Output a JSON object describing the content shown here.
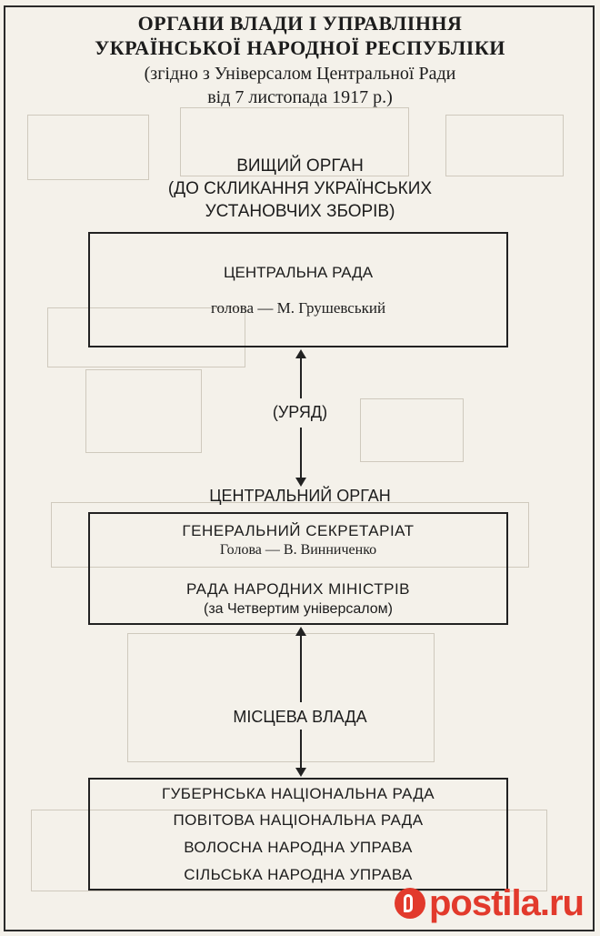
{
  "header": {
    "title_line1": "ОРГАНИ ВЛАДИ І УПРАВЛІННЯ",
    "title_line2": "УКРАЇНСЬКОЇ НАРОДНОЇ РЕСПУБЛІКИ",
    "subtitle_line1": "(згідно з Універсалом Центральної Ради",
    "subtitle_line2": "від 7 листопада 1917 р.)"
  },
  "supreme": {
    "label_line1": "ВИЩИЙ ОРГАН",
    "label_line2": "(ДО СКЛИКАННЯ УКРАЇНСЬКИХ",
    "label_line3": "УСТАНОВЧИХ ЗБОРІВ)",
    "box_title": "ЦЕНТРАЛЬНА РАДА",
    "box_head": "голова — М. Грушевський"
  },
  "government_label": "(УРЯД)",
  "central": {
    "label": "ЦЕНТРАЛЬНИЙ ОРГАН",
    "box_title1": "ГЕНЕРАЛЬНИЙ СЕКРЕТАРІАТ",
    "box_head": "Голова — В. Винниченко",
    "box_title2": "РАДА НАРОДНИХ МІНІСТРІВ",
    "box_note": "(за Четвертим універсалом)"
  },
  "local": {
    "label": "МІСЦЕВА ВЛАДА",
    "items": [
      "ГУБЕРНСЬКА НАЦІОНАЛЬНА РАДА",
      "ПОВІТОВА НАЦІОНАЛЬНА РАДА",
      "ВОЛОСНА НАРОДНА УПРАВА",
      "СІЛЬСЬКА НАРОДНА УПРАВА"
    ]
  },
  "watermark": {
    "text": "postila.ru",
    "color": "#e23a2c"
  }
}
